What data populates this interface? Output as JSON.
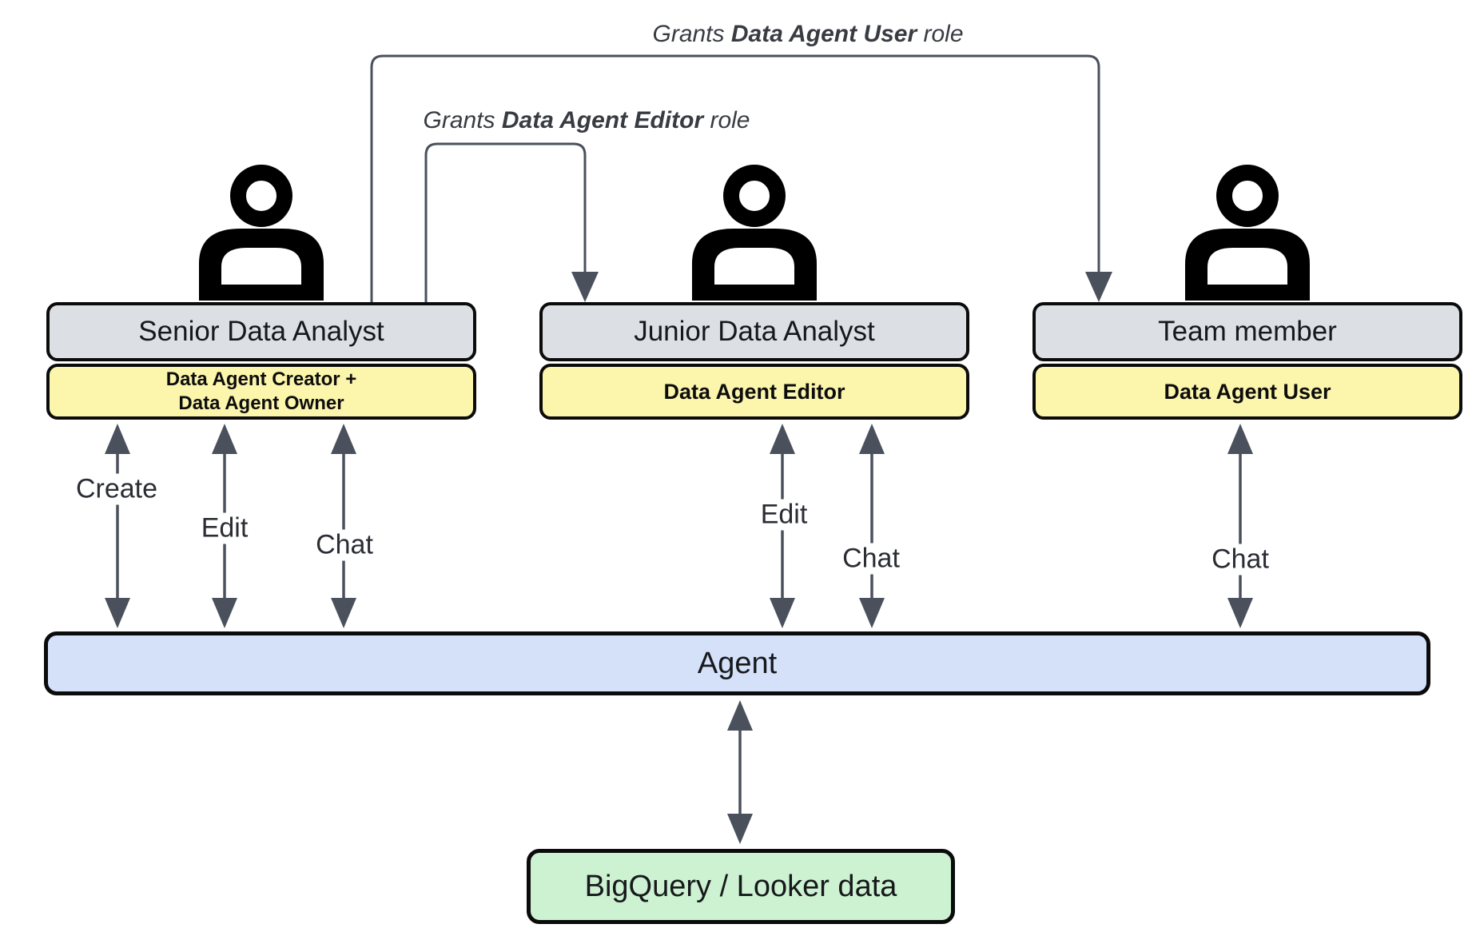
{
  "grants": [
    {
      "prefix": "Grants ",
      "role": "Data Agent User",
      "suffix": " role"
    },
    {
      "prefix": "Grants ",
      "role": "Data Agent Editor",
      "suffix": " role"
    }
  ],
  "actors": [
    {
      "title": "Senior Data Analyst",
      "role_lines": [
        "Data Agent Creator +",
        "Data Agent Owner"
      ],
      "actions": [
        "Create",
        "Edit",
        "Chat"
      ]
    },
    {
      "title": "Junior Data Analyst",
      "role_lines": [
        "Data Agent Editor"
      ],
      "actions": [
        "Edit",
        "Chat"
      ]
    },
    {
      "title": "Team member",
      "role_lines": [
        "Data Agent User"
      ],
      "actions": [
        "Chat"
      ]
    }
  ],
  "agent": {
    "label": "Agent"
  },
  "data_source": {
    "label": "BigQuery / Looker data"
  },
  "colors": {
    "box_gray": "#dcdfe4",
    "box_yellow": "#fcf5ac",
    "box_blue": "#d4e1f9",
    "box_green": "#cdf2d2",
    "line_color": "#4a515c"
  }
}
